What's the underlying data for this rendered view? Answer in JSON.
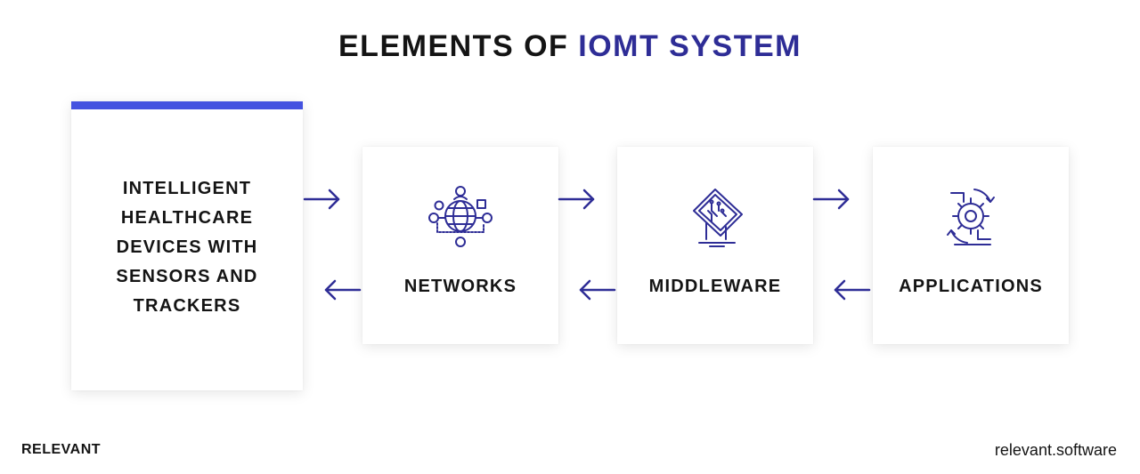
{
  "title": {
    "prefix": "ELEMENTS OF",
    "highlight": "IOMT SYSTEM"
  },
  "colors": {
    "accent": "#2e2d96",
    "bar": "#4452e0",
    "text": "#141414"
  },
  "nodes": {
    "devices": {
      "lines": [
        "INTELLIGENT",
        "HEALTHCARE",
        "DEVICES WITH",
        "SENSORS AND",
        "TRACKERS"
      ]
    },
    "networks": {
      "label": "NETWORKS",
      "icon": "globe-network-icon"
    },
    "middleware": {
      "label": "MIDDLEWARE",
      "icon": "circuit-chip-icon"
    },
    "applications": {
      "label": "APPLICATIONS",
      "icon": "gear-sync-icon"
    }
  },
  "footer": {
    "brand": "RELEVANT",
    "site": "relevant.software"
  }
}
